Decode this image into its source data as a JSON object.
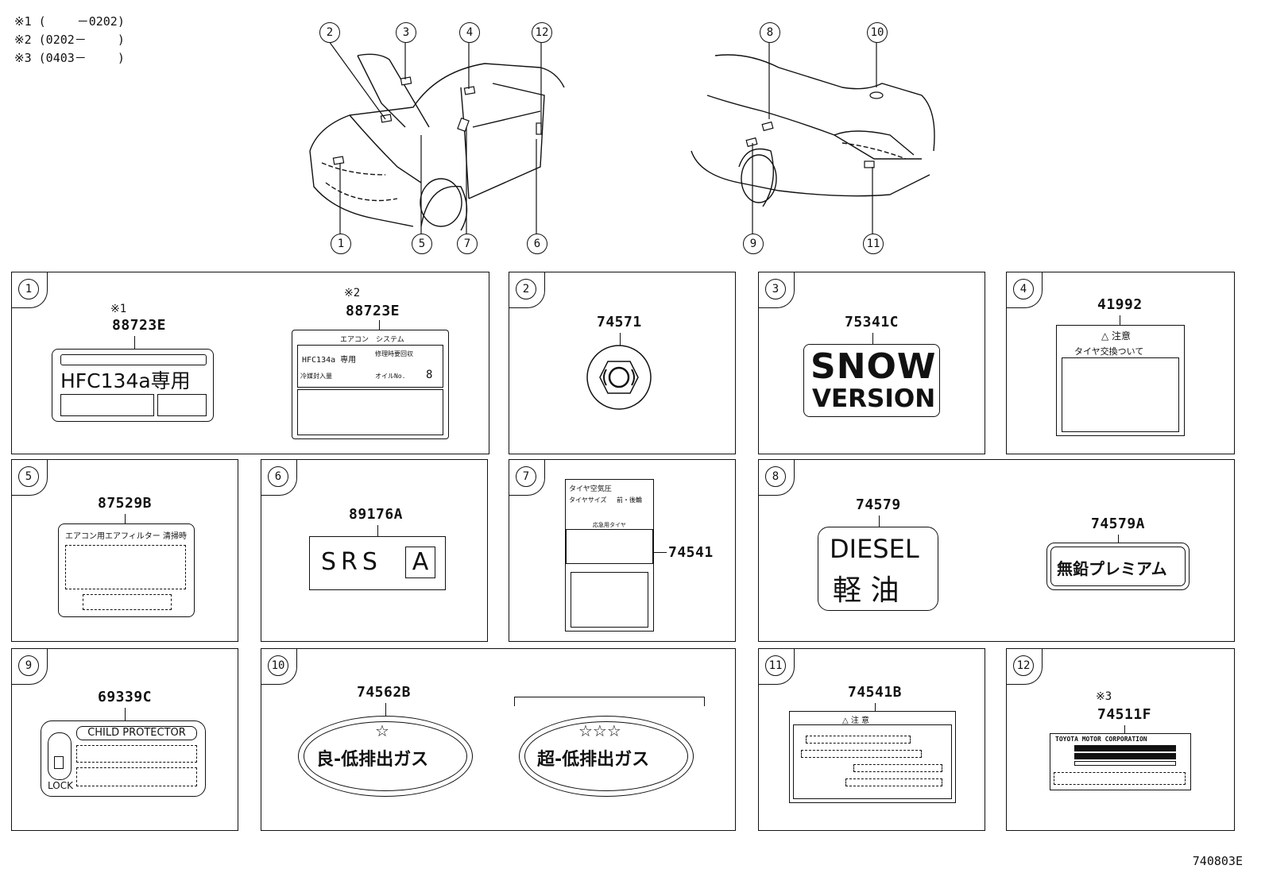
{
  "notes": [
    "※1 (　　 －0202)",
    "※2 (0202－　　 )",
    "※3 (0403－　　 )"
  ],
  "car_callouts": [
    "2",
    "3",
    "4",
    "12",
    "1",
    "5",
    "7",
    "6",
    "8",
    "10",
    "9",
    "11"
  ],
  "panels": {
    "p1": {
      "num": "1",
      "mark_a": "※1",
      "pn_a": "88723E",
      "label_a": "HFC134a専用",
      "mark_b": "※2",
      "pn_b": "88723E",
      "label_b_title": "エアコン　システム",
      "label_b_r1c1": "HFC134a 専用",
      "label_b_r1c2": "修理時要回収",
      "label_b_r2c1": "冷媒封入量",
      "label_b_r2c2": "オイルNo.",
      "label_b_r2c3": "8"
    },
    "p2": {
      "num": "2",
      "pn": "74571"
    },
    "p3": {
      "num": "3",
      "pn": "75341C",
      "line1": "SNOW",
      "line2": "VERSION"
    },
    "p4": {
      "num": "4",
      "pn": "41992",
      "title": "△ 注意",
      "sub": "タイヤ交換ついて"
    },
    "p5": {
      "num": "5",
      "pn": "87529B",
      "title": "エアコン用エアフィルター 清掃時"
    },
    "p6": {
      "num": "6",
      "pn": "89176A",
      "text": "SRS",
      "boxed": "A"
    },
    "p7": {
      "num": "7",
      "pn": "74541",
      "title": "タイヤ空気圧",
      "c1": "タイヤサイズ",
      "c2": "前・後輪",
      "c3": "応急用タイヤ"
    },
    "p8": {
      "num": "8",
      "pn_a": "74579",
      "line1": "DIESEL",
      "line2": "軽 油",
      "pn_b": "74579A",
      "label_b": "無鉛プレミアム"
    },
    "p9": {
      "num": "9",
      "pn": "69339C",
      "title": "CHILD PROTECTOR",
      "lock": "LOCK"
    },
    "p10": {
      "num": "10",
      "pn": "74562B",
      "label_a": "良-低排出ガス",
      "stars_a": "☆",
      "label_b": "超-低排出ガス",
      "stars_b": "☆☆☆"
    },
    "p11": {
      "num": "11",
      "pn": "74541B",
      "title": "△ 注 意"
    },
    "p12": {
      "num": "12",
      "mark": "※3",
      "pn": "74511F",
      "title": "TOYOTA MOTOR CORPORATION"
    }
  },
  "footer": "740803E"
}
